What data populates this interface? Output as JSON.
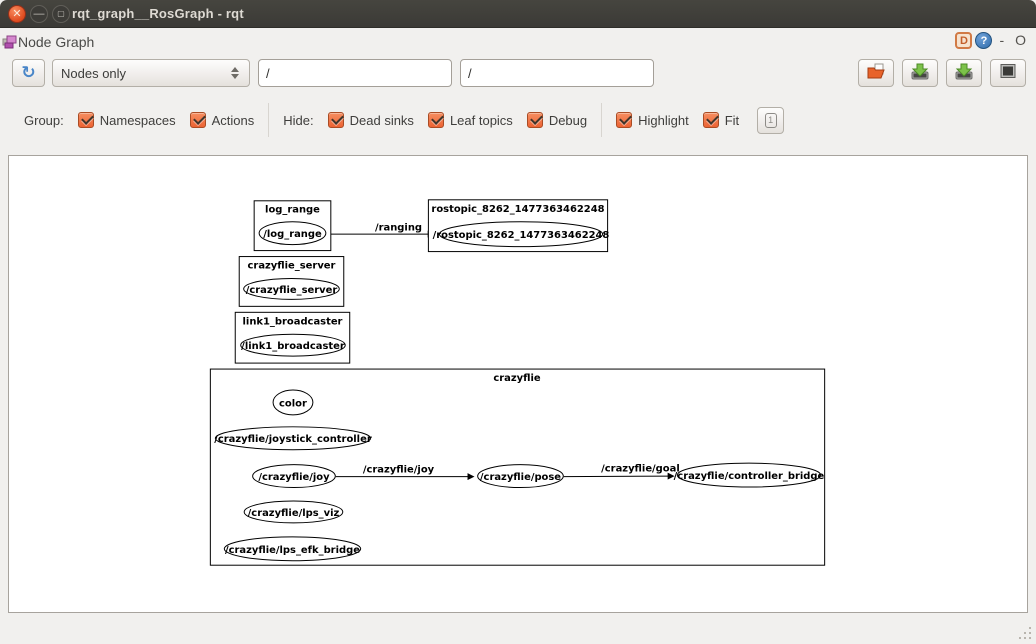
{
  "window": {
    "title": "rqt_graph__RosGraph - rqt",
    "close_glyph": "✕",
    "minimize_glyph": "—",
    "maximize_glyph": "▢"
  },
  "panel": {
    "title": "Node Graph",
    "badge": "D",
    "help_glyph": "?",
    "collapse_glyph": "-",
    "float_glyph": "O"
  },
  "toolbar": {
    "refresh_glyph": "↻",
    "graph_type_value": "Nodes only",
    "namespace_filter_value": "/",
    "topic_filter_value": "/",
    "action_icons": [
      "open-folder",
      "save-dot",
      "save-svg",
      "save-image"
    ]
  },
  "options": {
    "group_label": "Group:",
    "group_checks": [
      {
        "label": "Namespaces",
        "checked": true
      },
      {
        "label": "Actions",
        "checked": true
      }
    ],
    "hide_label": "Hide:",
    "hide_checks": [
      {
        "label": "Dead sinks",
        "checked": true
      },
      {
        "label": "Leaf topics",
        "checked": true
      },
      {
        "label": "Debug",
        "checked": true
      }
    ],
    "view_checks": [
      {
        "label": "Highlight",
        "checked": true
      },
      {
        "label": "Fit",
        "checked": true
      }
    ],
    "fit_in_view_glyph": "1"
  },
  "graph": {
    "boxes": [
      {
        "title": "log_range",
        "node": "/log_range"
      },
      {
        "title": "rostopic_8262_1477363462248",
        "node": "/rostopic_8262_1477363462248"
      },
      {
        "title": "crazyflie_server",
        "node": "/crazyflie_server"
      },
      {
        "title": "link1_broadcaster",
        "node": "/link1_broadcaster"
      }
    ],
    "cluster": {
      "title": "crazyflie",
      "nodes": [
        "color",
        "/crazyflie/joystick_controller",
        "/crazyflie/joy",
        "/crazyflie/pose",
        "/crazyflie/controller_bridge",
        "/crazyflie/lps_viz",
        "/crazyflie/lps_efk_bridge"
      ]
    },
    "edges": [
      {
        "label": "/ranging"
      },
      {
        "label": "/crazyflie/joy"
      },
      {
        "label": "/crazyflie/goal"
      }
    ]
  },
  "colors": {
    "titlebar": "#3b3a36",
    "ubuntu_orange": "#e95420",
    "checkbox_fill": "#ee6c3f",
    "panel_bg": "#f1f0ee",
    "canvas_bg": "#ffffff",
    "node_stroke": "#000000"
  }
}
